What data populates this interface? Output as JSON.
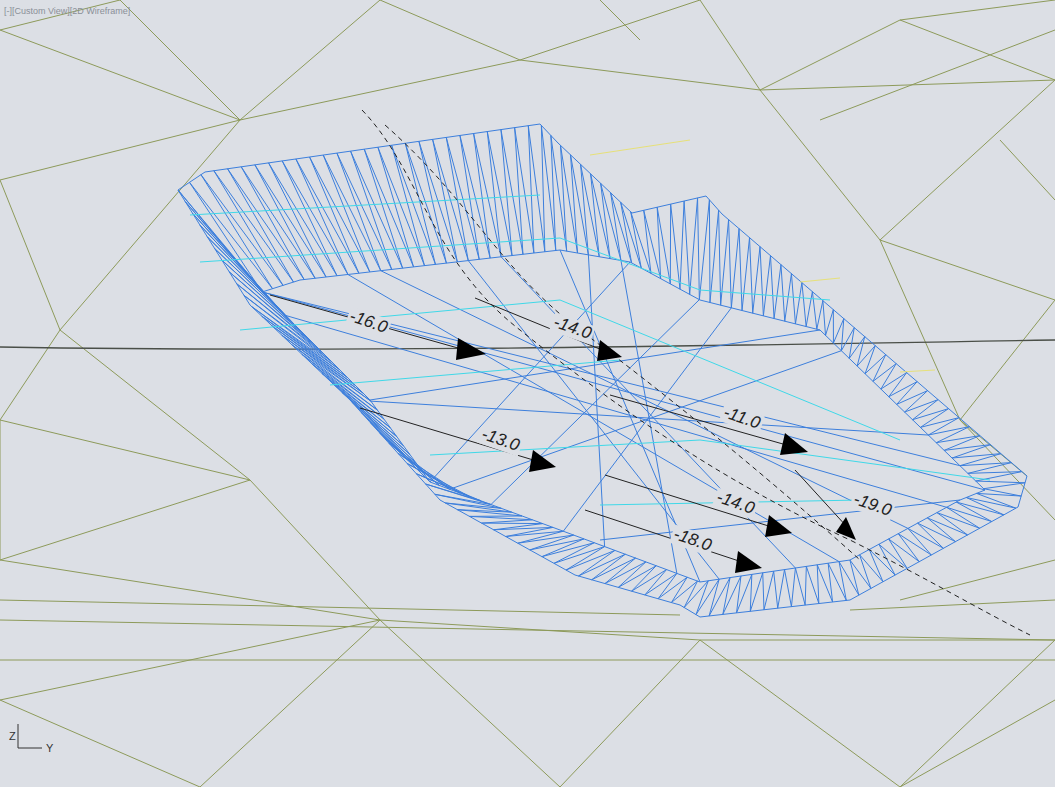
{
  "diagram": {
    "labels": [
      "[-][Custom View][2D Wireframe]",
      "-16.0",
      "-14.0",
      "-11.0",
      "-13.0",
      "-14.0",
      "-18.0",
      "-19.0",
      "Z",
      "Y"
    ]
  }
}
